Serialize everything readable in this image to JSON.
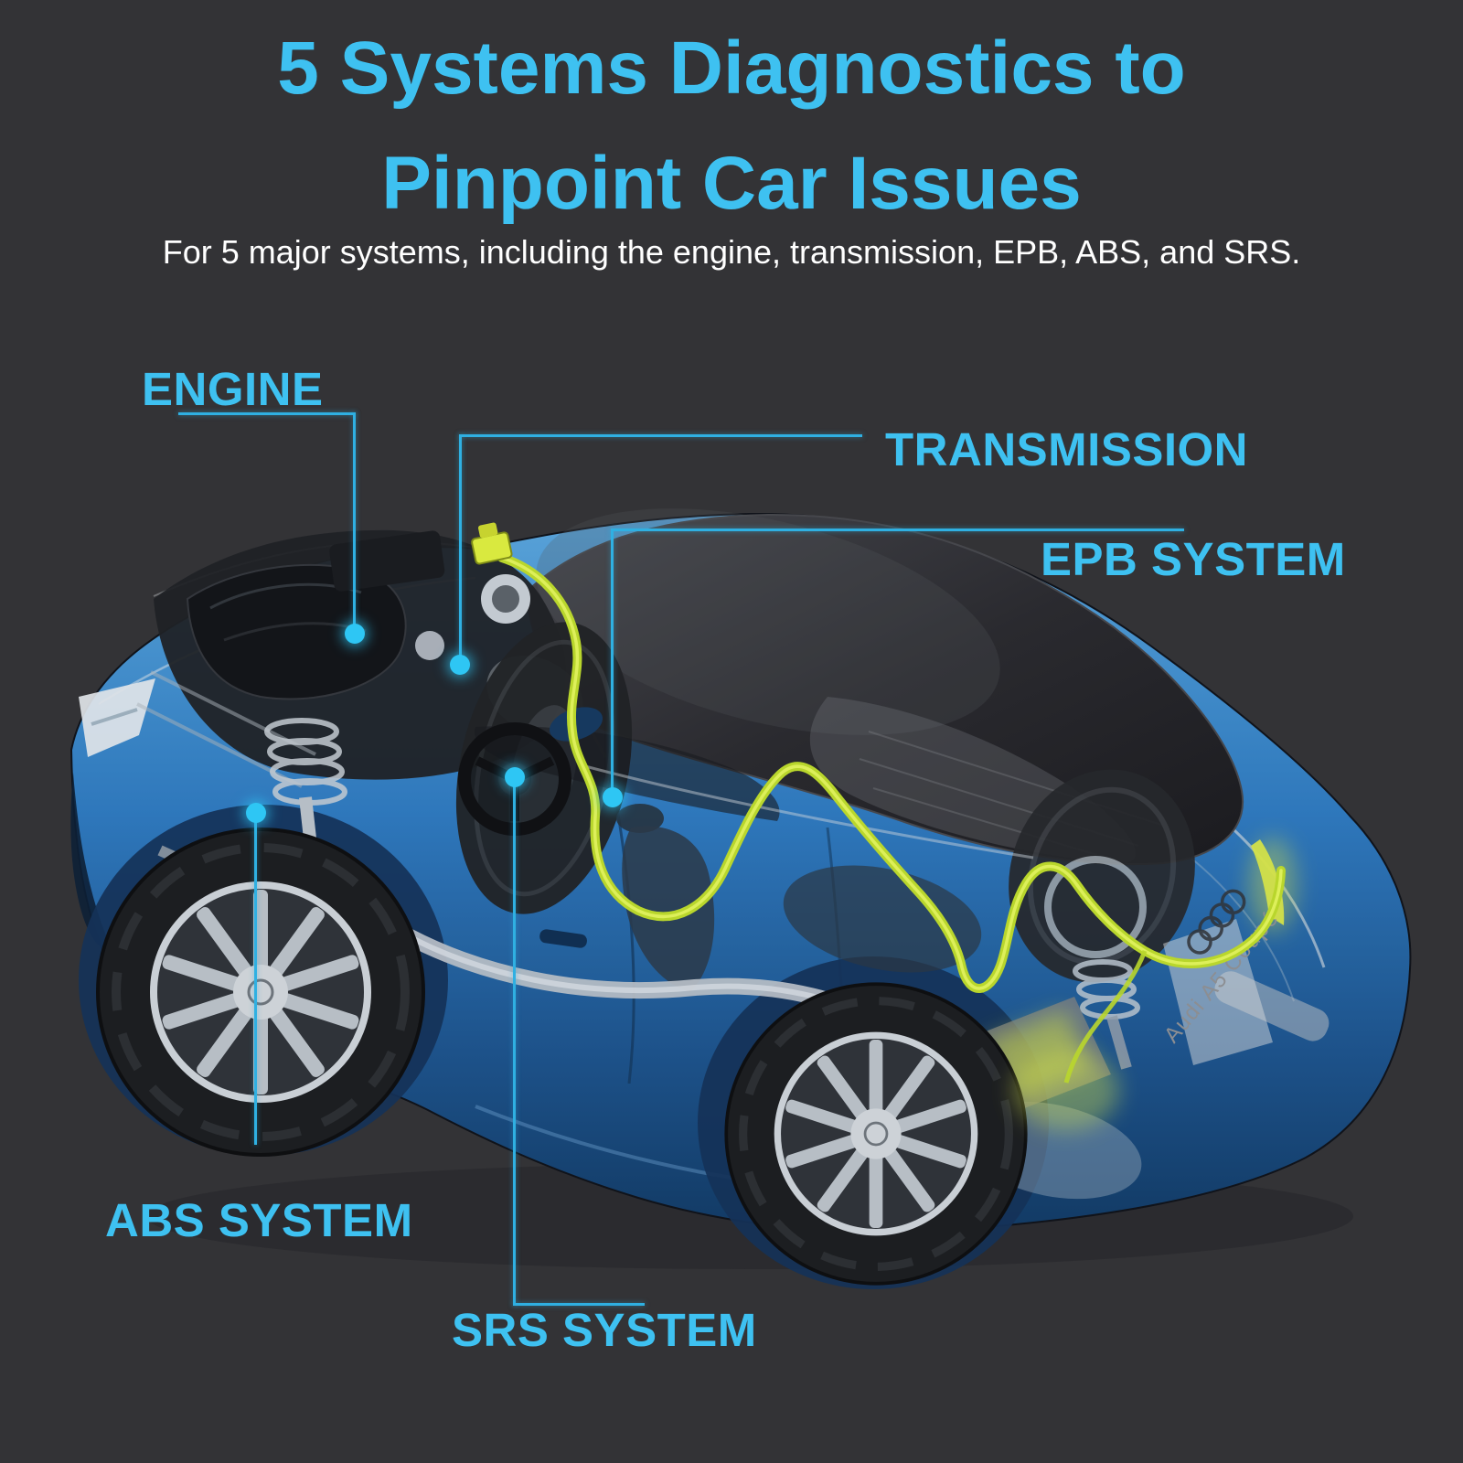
{
  "page": {
    "background_color": "#333336",
    "accent_color": "#3EC1F1"
  },
  "header": {
    "title_line1": "5 Systems Diagnostics to",
    "title_line2": "Pinpoint Car Issues",
    "subtitle": "For 5 major systems, including the engine, transmission, EPB, ABS, and SRS."
  },
  "callouts": {
    "engine": {
      "label": "ENGINE"
    },
    "transmission": {
      "label": "TRANSMISSION"
    },
    "epb": {
      "label": "EPB SYSTEM"
    },
    "abs": {
      "label": "ABS SYSTEM"
    },
    "srs": {
      "label": "SRS SYSTEM"
    }
  },
  "car": {
    "badge_text": "Audi A5 Coupé",
    "badge_icon": "audi-rings-icon",
    "body_color": "#2E79BE",
    "roof_color": "#26262B",
    "cable_color": "#C3DC34",
    "callout_line_color": "#2FB0E2"
  }
}
